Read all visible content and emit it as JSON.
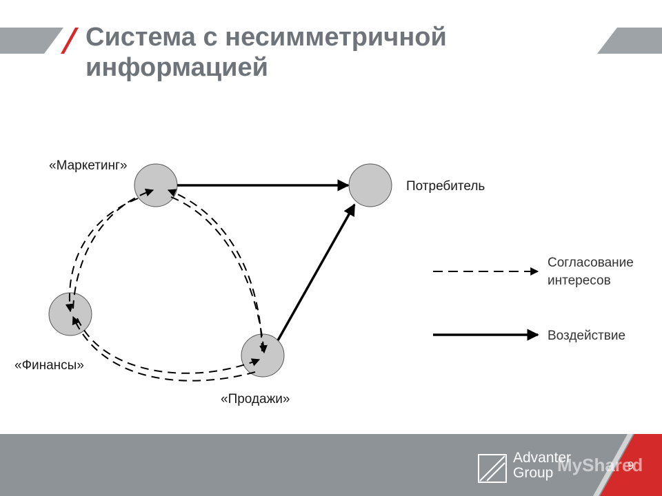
{
  "slide": {
    "title_line1": "Система с несимметричной",
    "title_line2": "информацией"
  },
  "nodes": {
    "marketing": "«Маркетинг»",
    "consumer": "Потребитель",
    "finance": "«Финансы»",
    "sales": "«Продажи»"
  },
  "legend": {
    "coordination_line1": "Согласование",
    "coordination_line2": "интересов",
    "impact": "Воздействие"
  },
  "footer": {
    "brand_line1": "Advanter",
    "brand_line2": "Group",
    "watermark": "MyShared",
    "page_number": "9"
  },
  "colors": {
    "title": "#6e7479",
    "banner_gray": "#9ea3a8",
    "accent_red": "#d42a2a",
    "node_fill": "#c8c8c8",
    "footer_gray": "#8e9398"
  }
}
